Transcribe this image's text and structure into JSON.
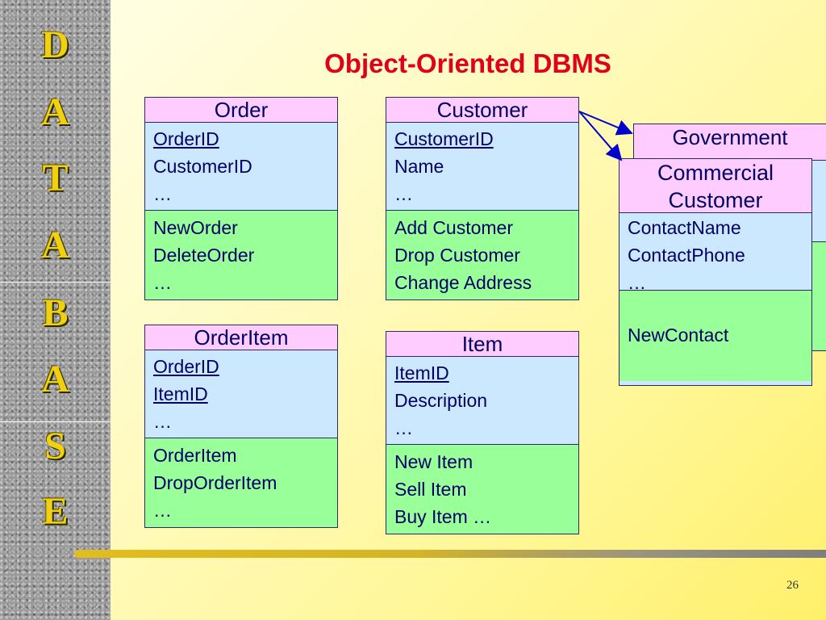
{
  "sidebar": {
    "letters": [
      "D",
      "A",
      "T",
      "A",
      "B",
      "A",
      "S",
      "E"
    ]
  },
  "title": "Object-Oriented DBMS",
  "page_number": "26",
  "colors": {
    "title": "#e0001a",
    "class_header": "#ffccff",
    "attributes": "#cce8ff",
    "methods": "#99ff99",
    "letters": "#f0d010",
    "arrow": "#0000cc"
  },
  "classes": {
    "order": {
      "name": "Order",
      "attributes": [
        "OrderID",
        "CustomerID",
        "…"
      ],
      "methods": [
        "NewOrder",
        "DeleteOrder",
        "…"
      ]
    },
    "customer": {
      "name": "Customer",
      "attributes": [
        "CustomerID",
        "Name",
        "…"
      ],
      "methods": [
        "Add Customer",
        "Drop Customer",
        "Change Address"
      ]
    },
    "orderitem": {
      "name": "OrderItem",
      "attributes": [
        "OrderID",
        "ItemID",
        "…"
      ],
      "methods": [
        "OrderItem",
        "DropOrderItem",
        "…"
      ]
    },
    "item": {
      "name": "Item",
      "attributes": [
        "ItemID",
        "Description",
        "…"
      ],
      "methods": [
        "New Item",
        "Sell Item",
        "Buy Item …"
      ]
    },
    "government": {
      "name": "Government"
    },
    "commercial": {
      "name_line1": "Commercial",
      "name_line2": "Customer",
      "attributes": [
        "ContactName",
        "ContactPhone",
        "…"
      ],
      "methods": [
        "NewContact"
      ]
    }
  }
}
